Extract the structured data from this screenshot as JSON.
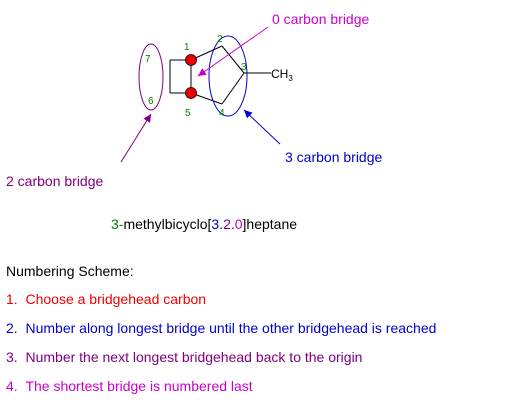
{
  "colors": {
    "magenta": "#cc00cc",
    "blue": "#0000cc",
    "purple": "#800080",
    "green": "#008000",
    "red": "#ee0000",
    "black": "#000000"
  },
  "molecule": {
    "atom_numbers": [
      "1",
      "2",
      "3",
      "4",
      "5",
      "6",
      "7"
    ],
    "substituent": "CH",
    "substituent_subscript": "3",
    "bridgehead_markers": [
      "red-dot-atom-1",
      "red-dot-atom-5"
    ]
  },
  "annotations": {
    "zero_bridge": "0 carbon bridge",
    "three_bridge": "3 carbon bridge",
    "two_bridge": "2 carbon bridge"
  },
  "compound_name": {
    "locant": "3-",
    "stem": "methylbicyclo[",
    "n1": "3",
    "c1": ".",
    "n2": "2",
    "c2": ".",
    "n3": "0",
    "suffix": "]heptane"
  },
  "numbering": {
    "heading": "Numbering Scheme:",
    "steps": [
      {
        "num": "1.",
        "text": "Choose a bridgehead carbon"
      },
      {
        "num": "2.",
        "text": "Number along longest bridge until the other bridgehead is reached"
      },
      {
        "num": "3.",
        "text": "Number the next longest bridgehead back to the origin"
      },
      {
        "num": "4.",
        "text": "The shortest bridge is numbered last"
      }
    ]
  }
}
